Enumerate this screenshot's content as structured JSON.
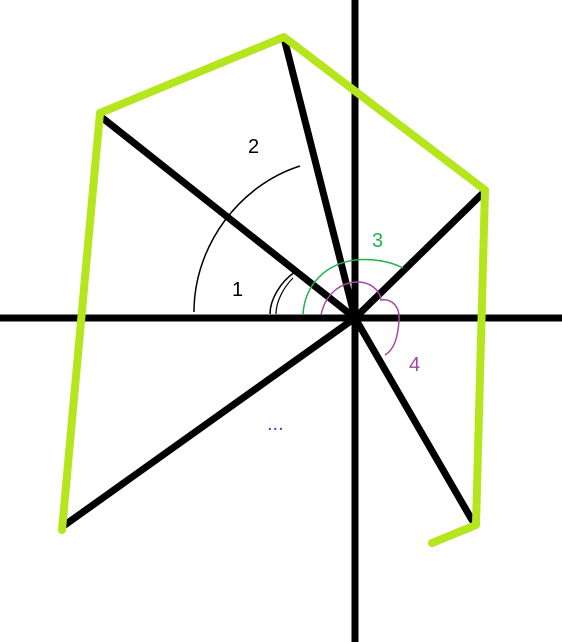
{
  "diagram": {
    "labels": {
      "angle_1": "1",
      "angle_2": "2",
      "angle_3": "3",
      "angle_4": "4",
      "ellipsis": "..."
    },
    "colors": {
      "axes": "#000000",
      "rays": "#000000",
      "polyline": "#b5e61d",
      "arc_1": "#000000",
      "arc_2": "#000000",
      "arc_3": "#22b14c",
      "arc_4": "#a349a4",
      "label_1": "#000000",
      "label_2": "#000000",
      "label_3": "#22b14c",
      "label_4": "#a349a4",
      "ellipsis": "#3f48cc"
    }
  }
}
